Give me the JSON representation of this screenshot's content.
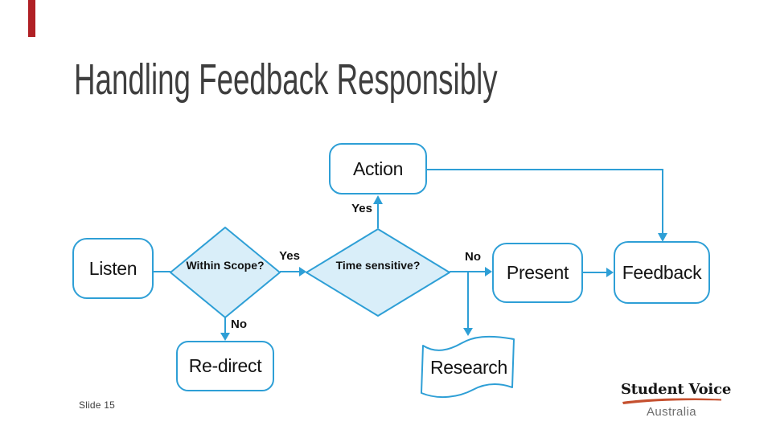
{
  "slide": {
    "title": "Handling Feedback Responsibly",
    "slide_number": "Slide 15"
  },
  "flowchart": {
    "nodes": {
      "listen": "Listen",
      "action": "Action",
      "within_scope": "Within Scope?",
      "time_sensitive": "Time sensitive?",
      "present": "Present",
      "feedback": "Feedback",
      "redirect": "Re-direct",
      "research": "Research"
    },
    "edge_labels": {
      "yes_to_action": "Yes",
      "yes_to_time": "Yes",
      "no_to_present": "No",
      "no_to_redirect": "No"
    }
  },
  "logo": {
    "name": "Student Voice",
    "subtitle": "Australia"
  },
  "colors": {
    "line_blue": "#2E9FD6",
    "diamond_fill": "#D9EEF9",
    "title_gray": "#3E3E3E",
    "accent_red": "#B02025",
    "logo_swoosh_red": "#C5502F"
  }
}
